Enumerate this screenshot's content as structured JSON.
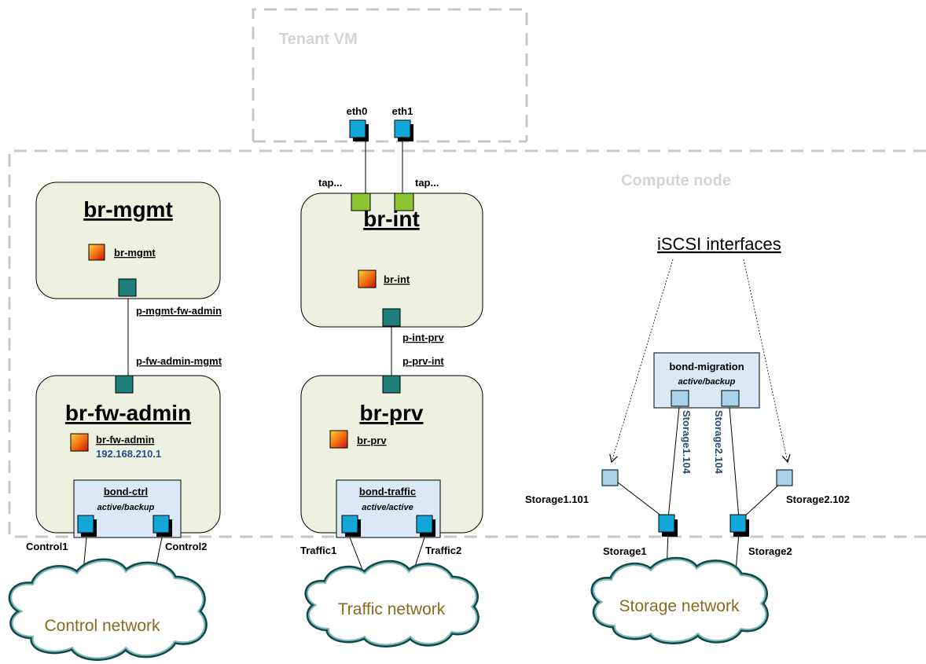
{
  "colors": {
    "bridge_fill": "#eef0e0",
    "bond_fill": "#dbe9f6",
    "port_teal": "#1d7e7c",
    "port_blue": "#12a7d9",
    "port_green": "#8cc432",
    "port_light_blue": "#a8d2ea",
    "dashed_gray": "#c8c8c8",
    "cloud_text": "#8a6a1e",
    "ip_text": "#1f4f8c",
    "squiggle_red": "#d40000"
  },
  "regions": {
    "tenant_vm": "Tenant VM",
    "compute_node": "Compute node"
  },
  "vm_ports": {
    "eth0": "eth0",
    "eth1": "eth1",
    "tap0": "tap...",
    "tap1": "tap..."
  },
  "bridges": {
    "br_mgmt": {
      "title": "br-mgmt",
      "iface": "br-mgmt"
    },
    "br_fw_admin": {
      "title": "br-fw-admin",
      "iface": "br-fw-admin",
      "ip": "192.168.210.1"
    },
    "br_int": {
      "title": "br-int",
      "iface": "br-int"
    },
    "br_prv": {
      "title": "br-prv",
      "iface": "br-prv"
    }
  },
  "patch_labels": {
    "mgmt_fw_admin": "p-mgmt-fw-admin",
    "fw_admin_mgmt": "p-fw-admin-mgmt",
    "int_prv": "p-int-prv",
    "prv_int": "p-prv-int"
  },
  "bonds": {
    "ctrl": {
      "name": "bond-ctrl",
      "mode": "active/backup"
    },
    "traffic": {
      "name": "bond-traffic",
      "mode": "active/active"
    },
    "migration": {
      "name": "bond-migration",
      "mode": "active/backup"
    }
  },
  "nics": {
    "control1": "Control1",
    "control2": "Control2",
    "traffic1": "Traffic1",
    "traffic2": "Traffic2",
    "storage1": "Storage1",
    "storage2": "Storage2"
  },
  "storage_vlans": {
    "s1_101": "Storage1.101",
    "s2_102": "Storage2.102",
    "s1_104": "Storage1.104",
    "s2_104": "Storage2.104"
  },
  "iscsi_label": "iSCSI interfaces",
  "networks": {
    "control": "Control network",
    "traffic": "Traffic network",
    "storage": "Storage network"
  }
}
